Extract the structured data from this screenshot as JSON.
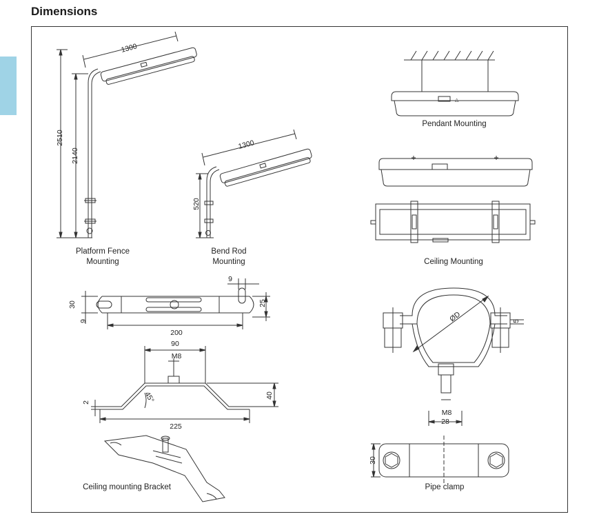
{
  "heading": "Dimensions",
  "colors": {
    "tab": "#9fd3e6",
    "line": "#333333"
  },
  "captions": {
    "platform_line1": "Platform Fence",
    "platform_line2": "Mounting",
    "bend_line1": "Bend Rod",
    "bend_line2": "Mounting",
    "pendant": "Pendant Mounting",
    "ceiling": "Ceiling Mounting",
    "bracket": "Ceiling mounting Bracket",
    "pipe_clamp": "Pipe clamp"
  },
  "dimensions": {
    "platform_length": "1300",
    "platform_total_height": "2510",
    "platform_pole_height": "2140",
    "bend_length": "1300",
    "bend_height": "520",
    "plate_width": "200",
    "plate_height": "30",
    "plate_slot_top": "9",
    "plate_slot_side": "9",
    "plate_offset": "25",
    "bracket_top_width": "90",
    "bracket_bolt": "M8",
    "bracket_angle": "45°",
    "bracket_height": "40",
    "bracket_thickness": "2",
    "bracket_total_width": "225",
    "clamp_diameter": "ØD",
    "clamp_bolt": "M8",
    "clamp_width": "28",
    "clamp_side": "5",
    "clamp_plate_height": "30"
  }
}
